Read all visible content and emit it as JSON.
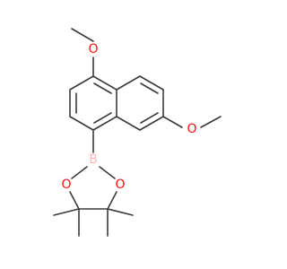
{
  "molecule": {
    "atom_labels": {
      "o_top": "O",
      "o_right": "O",
      "boron": "B",
      "o_ring_left": "O",
      "o_ring_right": "O"
    },
    "colors": {
      "bond": "#3a3a3a",
      "oxygen": "#ff0d0d",
      "boron": "#ffb5b5",
      "background": "#ffffff"
    }
  }
}
